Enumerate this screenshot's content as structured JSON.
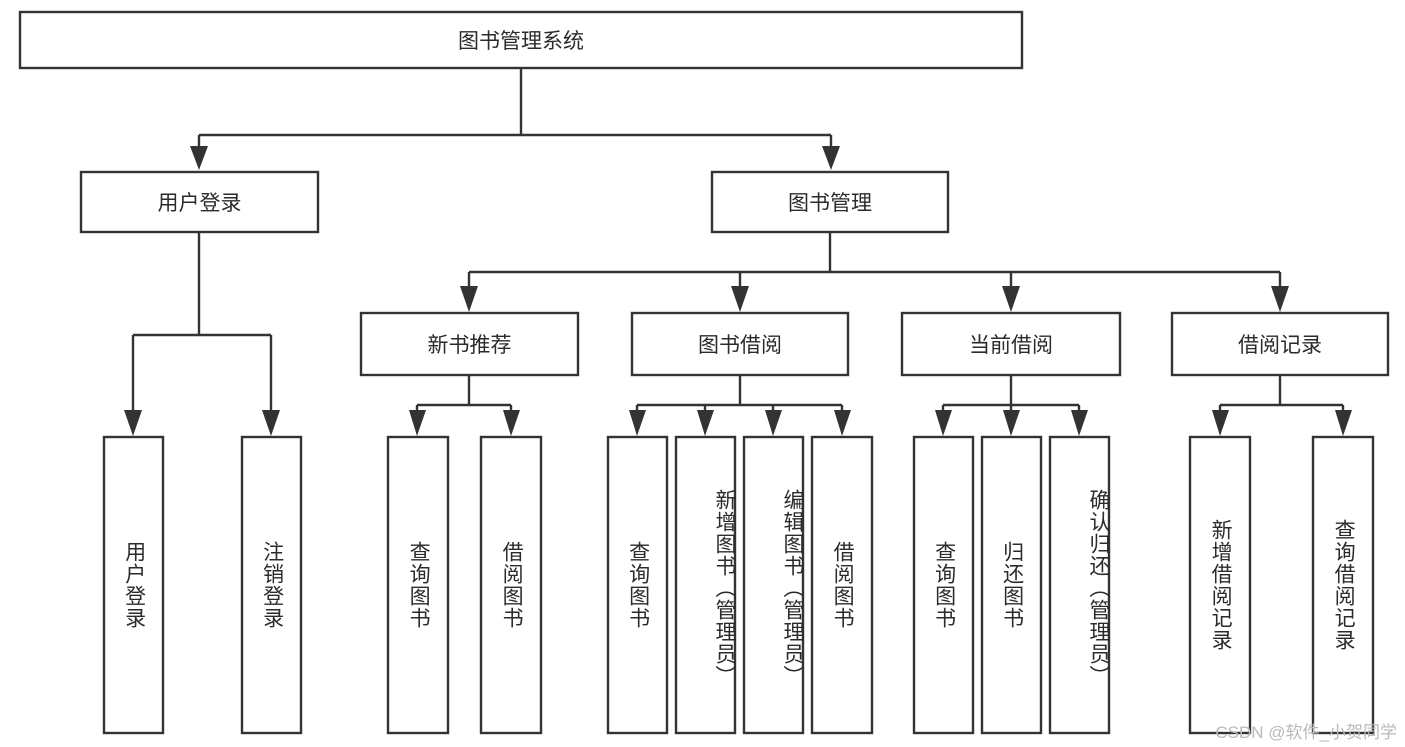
{
  "diagram": {
    "type": "tree",
    "title": "图书管理系统",
    "watermark": "CSDN @软件_小贺同学",
    "orientation": "top-down",
    "levels": 3,
    "line_color": "#333333",
    "box_fill": "#ffffff",
    "text_color": "#2b2b2b",
    "root": {
      "label": "图书管理系统"
    },
    "level1": [
      {
        "label": "用户登录"
      },
      {
        "label": "图书管理"
      }
    ],
    "level2": [
      {
        "label": "新书推荐"
      },
      {
        "label": "图书借阅"
      },
      {
        "label": "当前借阅"
      },
      {
        "label": "借阅记录"
      }
    ],
    "leaves": {
      "user_login": [
        {
          "label": "用户登录"
        },
        {
          "label": "注销登录"
        }
      ],
      "new_book_recommend": [
        {
          "label": "查询图书"
        },
        {
          "label": "借阅图书"
        }
      ],
      "book_borrow": [
        {
          "label": "查询图书"
        },
        {
          "label": "新增图书（管理员）"
        },
        {
          "label": "编辑图书（管理员）"
        },
        {
          "label": "借阅图书"
        }
      ],
      "current_borrow": [
        {
          "label": "查询图书"
        },
        {
          "label": "归还图书"
        },
        {
          "label": "确认归还（管理员）"
        }
      ],
      "borrow_records": [
        {
          "label": "新增借阅记录"
        },
        {
          "label": "查询借阅记录"
        }
      ]
    }
  }
}
